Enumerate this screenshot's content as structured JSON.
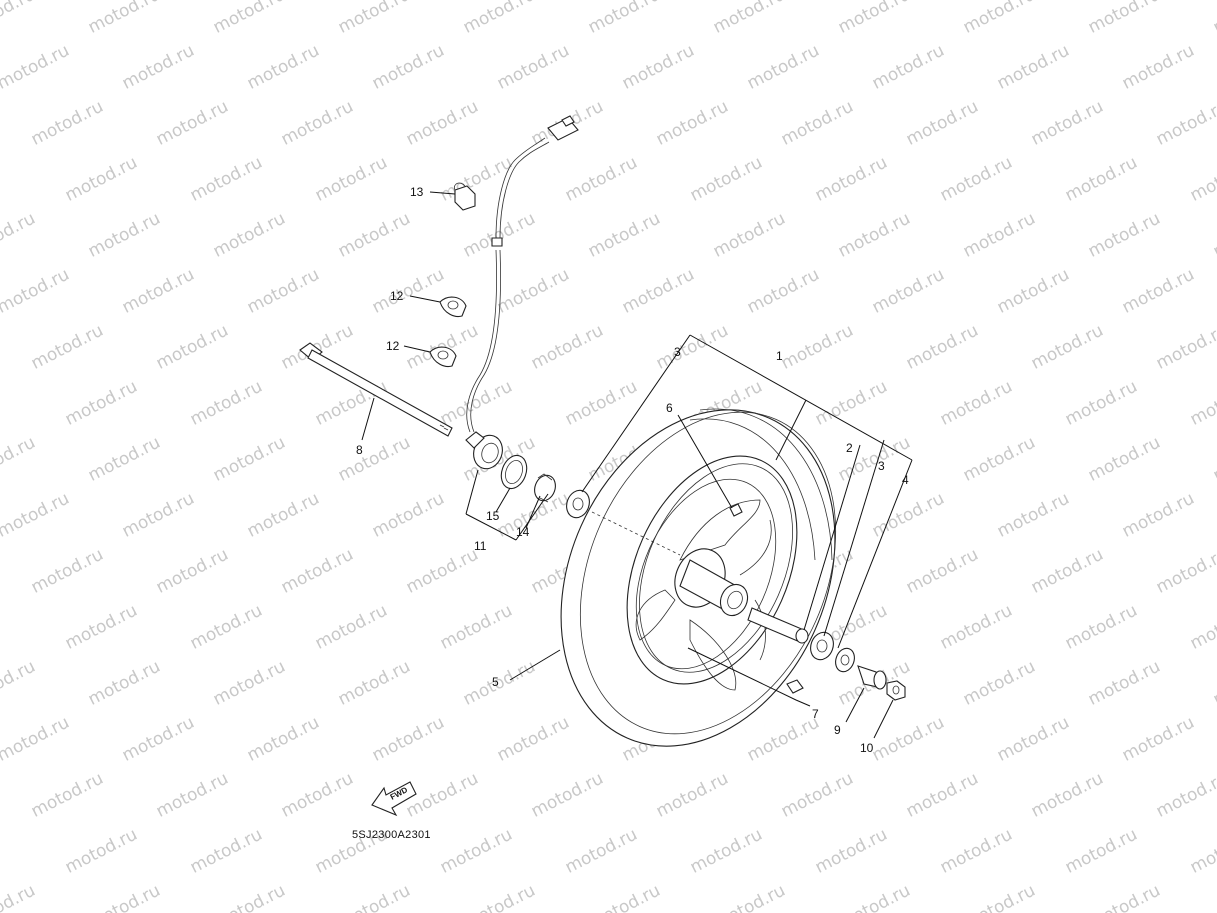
{
  "watermark": "motod.ru",
  "diagram_code": "5SJ2300A2301",
  "fwd_label": "FWD",
  "callouts": {
    "c1": "1",
    "c2": "2",
    "c3a": "3",
    "c3b": "3",
    "c4": "4",
    "c5": "5",
    "c6": "6",
    "c7": "7",
    "c8": "8",
    "c9": "9",
    "c10": "10",
    "c11": "11",
    "c12a": "12",
    "c12b": "12",
    "c13": "13",
    "c14": "14",
    "c15": "15"
  }
}
